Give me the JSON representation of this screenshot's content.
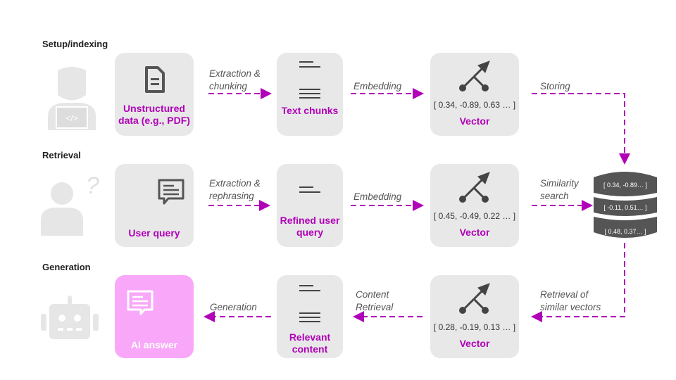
{
  "sections": {
    "setup": "Setup/indexing",
    "retrieval": "Retrieval",
    "generation": "Generation"
  },
  "boxes": {
    "unstructured": "Unstructured data (e.g., PDF)",
    "text_chunks": "Text chunks",
    "vector1": "Vector",
    "vector1_values": "[ 0.34, -0.89, 0.63 … ]",
    "user_query": "User query",
    "refined_query": "Refined user query",
    "vector2": "Vector",
    "vector2_values": "[ 0.45, -0.49, 0.22 … ]",
    "ai_answer": "AI answer",
    "relevant_content": "Relevant content",
    "vector3": "Vector",
    "vector3_values": "[ 0.28, -0.19, 0.13 … ]"
  },
  "arrows": {
    "extraction_chunking": "Extraction & chunking",
    "embedding1": "Embedding",
    "storing": "Storing",
    "extraction_rephrasing": "Extraction & rephrasing",
    "embedding2": "Embedding",
    "similarity_search": "Similarity search",
    "retrieval_similar": "Retrieval of similar vectors",
    "content_retrieval": "Content Retrieval",
    "generation": "Generation"
  },
  "database": [
    "[ 0.34, -0.89… ]",
    "[ -0.11, 0.51… ]",
    "[ 0.48, 0.37… ]"
  ],
  "colors": {
    "accent": "#b000b8",
    "box": "#e8e8e8",
    "answer": "#f9a8f9",
    "icon": "#555555"
  }
}
